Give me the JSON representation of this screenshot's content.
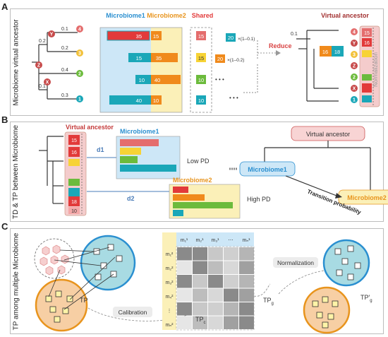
{
  "panel_a": {
    "letter": "A",
    "side_title": "Microbiome virtual ancestor",
    "header_m1": "Microbiome1",
    "header_m2": "Microbiome2",
    "header_shared": "Shared",
    "node_labels": [
      "4",
      "Y",
      "3",
      "Z",
      "2",
      "X",
      "1"
    ],
    "branch_labels": [
      "0.1",
      "0.2",
      "0.2",
      "0.4",
      "0.1",
      "0.3"
    ],
    "rows_m1": [
      "35",
      "15",
      "10",
      "40"
    ],
    "rows_m2": [
      "15",
      "35",
      "40",
      "10"
    ],
    "shared": [
      "15",
      "15",
      "10",
      "10"
    ],
    "ops": [
      "20",
      "20"
    ],
    "op_factors": [
      "×(1–0.1)",
      "×(1–0.2)"
    ],
    "ellipsis": "• • •",
    "reduce": "Reduce",
    "va_title": "Virtual ancestor",
    "va_branch": "0.1",
    "va_values": [
      "16",
      "18"
    ],
    "va_badge": [
      "15",
      "16"
    ],
    "normalization": "Normalization"
  },
  "panel_b": {
    "letter": "B",
    "side_title": "TD & TP between Microbiome",
    "va_title": "Virtual ancestor",
    "va_values": [
      "15",
      "16",
      "10",
      "18"
    ],
    "d1": "d1",
    "d2": "d2",
    "m1": "Microbiome1",
    "m2": "Microbiome2",
    "low_pd": "Low PD",
    "high_pd": "High PD",
    "va_box": "Virtual ancestor",
    "m1_box": "Microbiome1",
    "m2_box": "Microbiome2",
    "transition": "Transition probability"
  },
  "panel_c": {
    "letter": "C",
    "side_title": "TP among multiple Microbiome",
    "tp": "TP",
    "calibration": "Calibration",
    "col_headers": [
      "m₁¹",
      "m₂¹",
      "m₃¹",
      "⋯",
      "mₙ¹"
    ],
    "row_headers": [
      "m₁²",
      "m₂²",
      "m₃²",
      "m₄²",
      "⋮",
      "mₙ²"
    ],
    "tp_c": "TP",
    "tp_c_sub": "c",
    "tp_g": "TP",
    "tp_g_sub": "g",
    "normalization": "Normalization",
    "tp_g_prime": "TP′",
    "tp_g_prime_sub": "g"
  },
  "colors": {
    "red": "#e23a3a",
    "orange": "#f08a1c",
    "yellow": "#f7d335",
    "green": "#6cbb3c",
    "teal": "#1aa7b8",
    "blue_bg": "#cde7f7",
    "yellow_bg": "#fbf0b8",
    "pink_bg": "#f4cccc",
    "accent_blue": "#2a8fd0",
    "accent_orange": "#e8941d",
    "reduce_red": "#d94343"
  }
}
